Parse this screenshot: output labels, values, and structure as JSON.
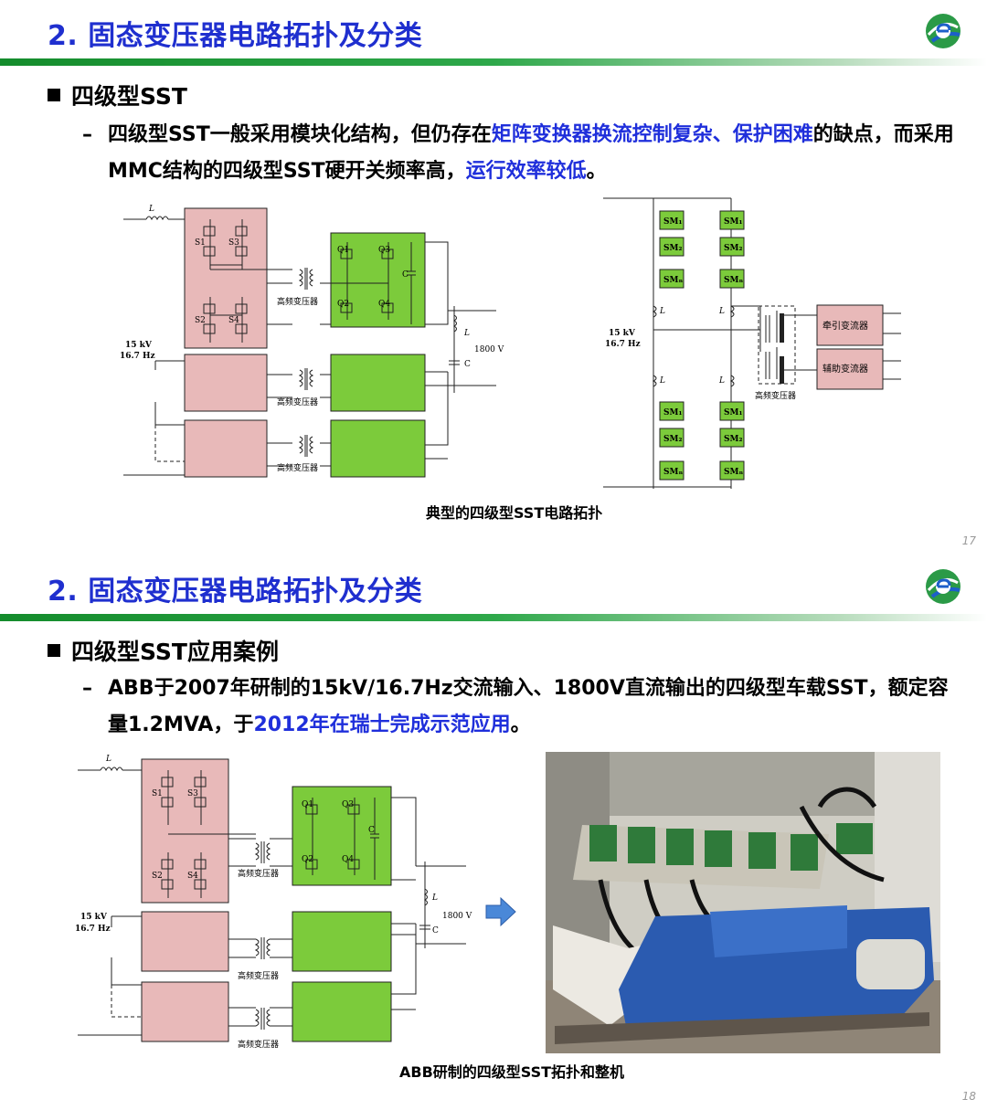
{
  "slide1": {
    "title": "2. 固态变压器电路拓扑及分类",
    "heading": "四级型SST",
    "dash": "–",
    "para": {
      "t1": "四级型SST一般采用模块化结构，但仍存在",
      "t2": "矩阵变换器换流控制复杂、保护困难",
      "t3": "的缺点，而采用MMC结构的四级型SST硬开关频率高，",
      "t4": "运行效率较低",
      "t5": "。"
    },
    "caption": "典型的四级型SST电路拓扑",
    "page_number": "17",
    "left_diagram": {
      "inductor": "L",
      "switches": [
        "S1",
        "S3",
        "S2",
        "S4"
      ],
      "secondary_switches": [
        "Q1",
        "Q3",
        "Q2",
        "Q4"
      ],
      "capacitor": "C",
      "transformer": "高频变压器",
      "input": [
        "15 kV",
        "16.7 Hz"
      ],
      "output_inductor": "L",
      "output_voltage": "1800 V",
      "output_capacitor": "C"
    },
    "right_diagram": {
      "sm1": "SM₁",
      "sm2": "SM₂",
      "smn": "SMₙ",
      "inductor": "L",
      "input": [
        "15 kV",
        "16.7 Hz"
      ],
      "traction": "牵引变流器",
      "auxiliary": "辅助变流器",
      "transformer": "高频变压器"
    }
  },
  "slide2": {
    "title": "2. 固态变压器电路拓扑及分类",
    "heading": "四级型SST应用案例",
    "dash": "–",
    "para": {
      "t1": "ABB于2007年研制的15kV/16.7Hz交流输入、1800V直流输出的四级型车载SST，额定容量1.2MVA，于",
      "t2": "2012年在瑞士完成示范应用",
      "t3": "。"
    },
    "caption": "ABB研制的四级型SST拓扑和整机",
    "page_number": "18",
    "diagram": {
      "inductor": "L",
      "switches": [
        "S1",
        "S3",
        "S2",
        "S4"
      ],
      "secondary_switches": [
        "Q1",
        "Q3",
        "Q2",
        "Q4"
      ],
      "capacitor": "C",
      "transformer": "高频变压器",
      "input": [
        "15 kV",
        "16.7 Hz"
      ],
      "output_inductor": "L",
      "output_voltage": "1800 V",
      "output_capacitor": "C"
    }
  },
  "colors": {
    "title": "#1f2fcf",
    "highlight": "#1f2fdb",
    "rule": "#148c2c",
    "pink": "#e8b9b9",
    "green": "#7ccb3b"
  }
}
